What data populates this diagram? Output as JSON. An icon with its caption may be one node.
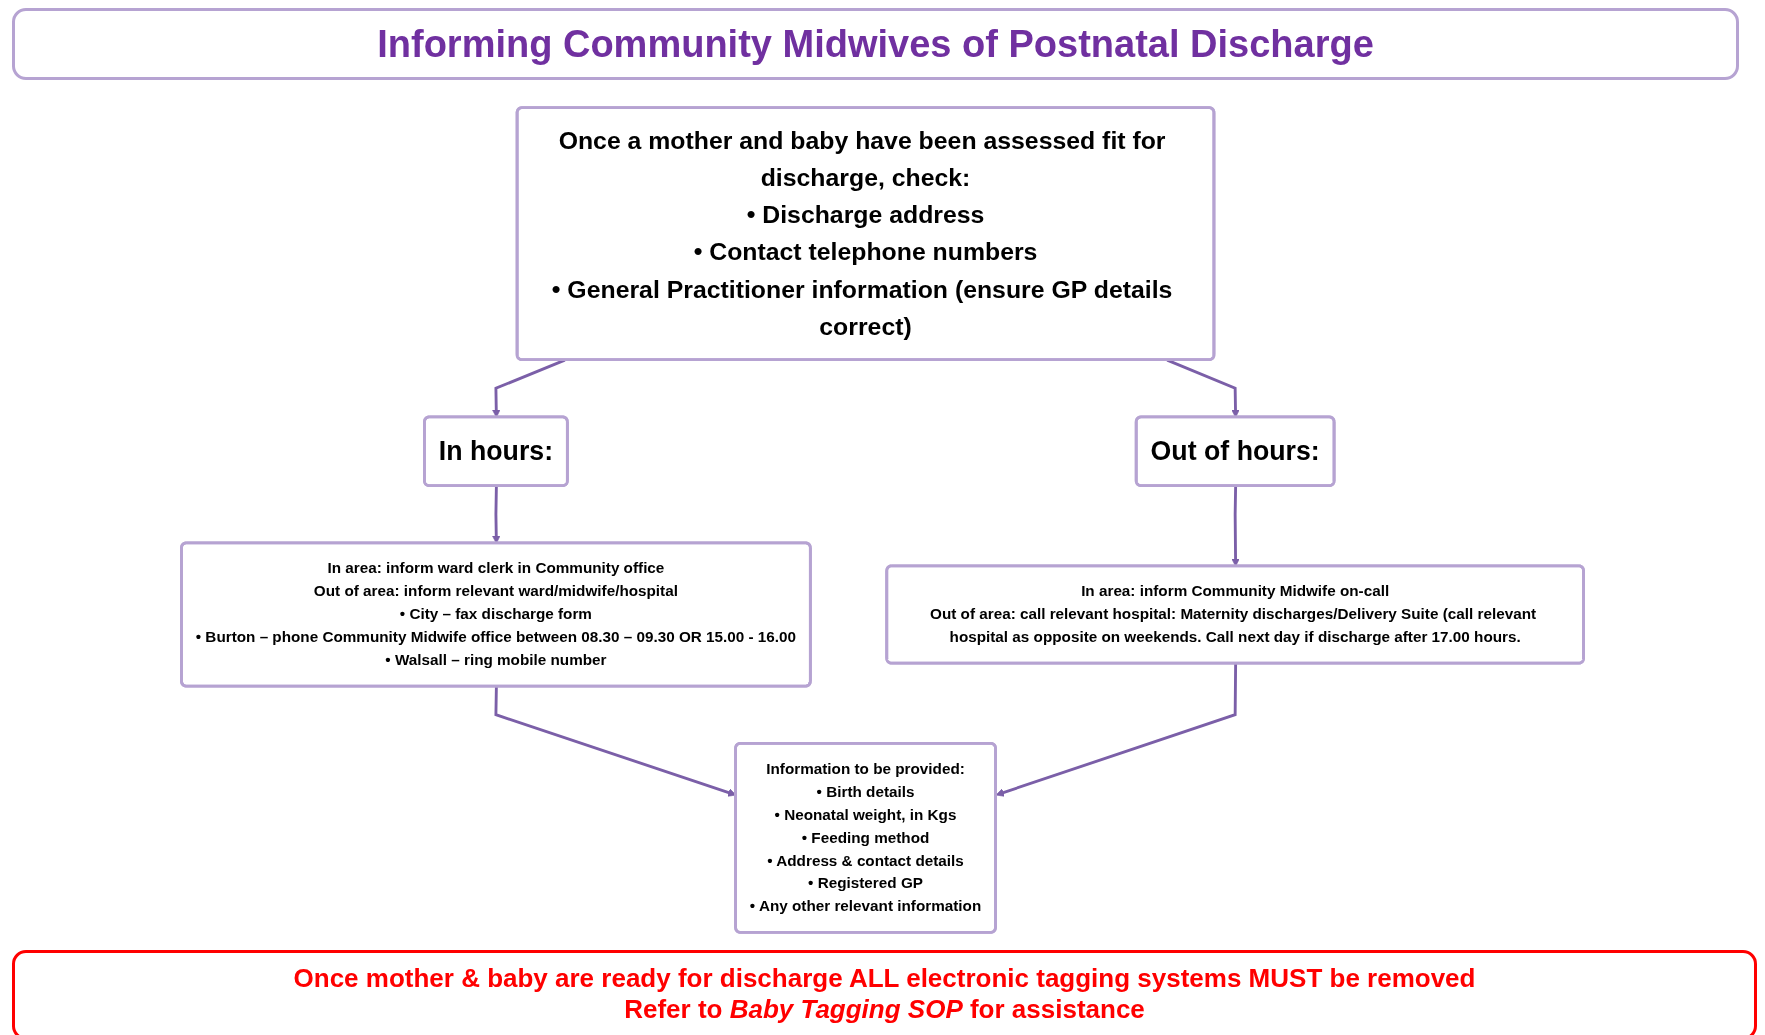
{
  "diagram": {
    "title": "Informing Community Midwives of Postnatal Discharge",
    "nodes": [
      {
        "text": [
          "Once a mother and baby have been assessed fit for discharge, check:",
          "• Discharge address",
          "• Contact telephone numbers",
          "• General Practitioner information (ensure GP details correct)"
        ]
      },
      {
        "text": [
          "In hours:"
        ]
      },
      {
        "text": [
          "Out of hours:"
        ]
      },
      {
        "text": [
          "In area: inform ward clerk in Community office",
          "Out of area: inform relevant ward/midwife/hospital",
          "• City – fax discharge form",
          "• Burton – phone Community Midwife office between 08.30 – 09.30 OR 15.00 - 16.00",
          "• Walsall – ring mobile number"
        ]
      },
      {
        "text": [
          "In area: inform Community Midwife on-call",
          "Out of area: call relevant hospital: Maternity discharges/Delivery Suite (call relevant hospital as opposite on weekends. Call next day if discharge after 17.00 hours."
        ]
      },
      {
        "text": [
          "Information to be provided:",
          "• Birth details",
          "• Neonatal weight, in Kgs",
          "• Feeding method",
          "• Address & contact details",
          "• Registered GP",
          "• Any other relevant information"
        ]
      }
    ],
    "edges": [
      {
        "from": 0,
        "to": 1,
        "arrow": "to"
      },
      {
        "from": 0,
        "to": 2,
        "arrow": "to"
      },
      {
        "from": 1,
        "to": 3,
        "arrow": "to"
      },
      {
        "from": 2,
        "to": 4,
        "arrow": "to"
      },
      {
        "from": 3,
        "to": 5,
        "arrow": "to"
      },
      {
        "from": 4,
        "to": 5,
        "arrow": "to"
      }
    ],
    "labels": [
      "Once mother & baby are ready for discharge ALL electronic tagging systems MUST be removed",
      "Refer to *Baby Tagging SOP* for assistance"
    ]
  }
}
